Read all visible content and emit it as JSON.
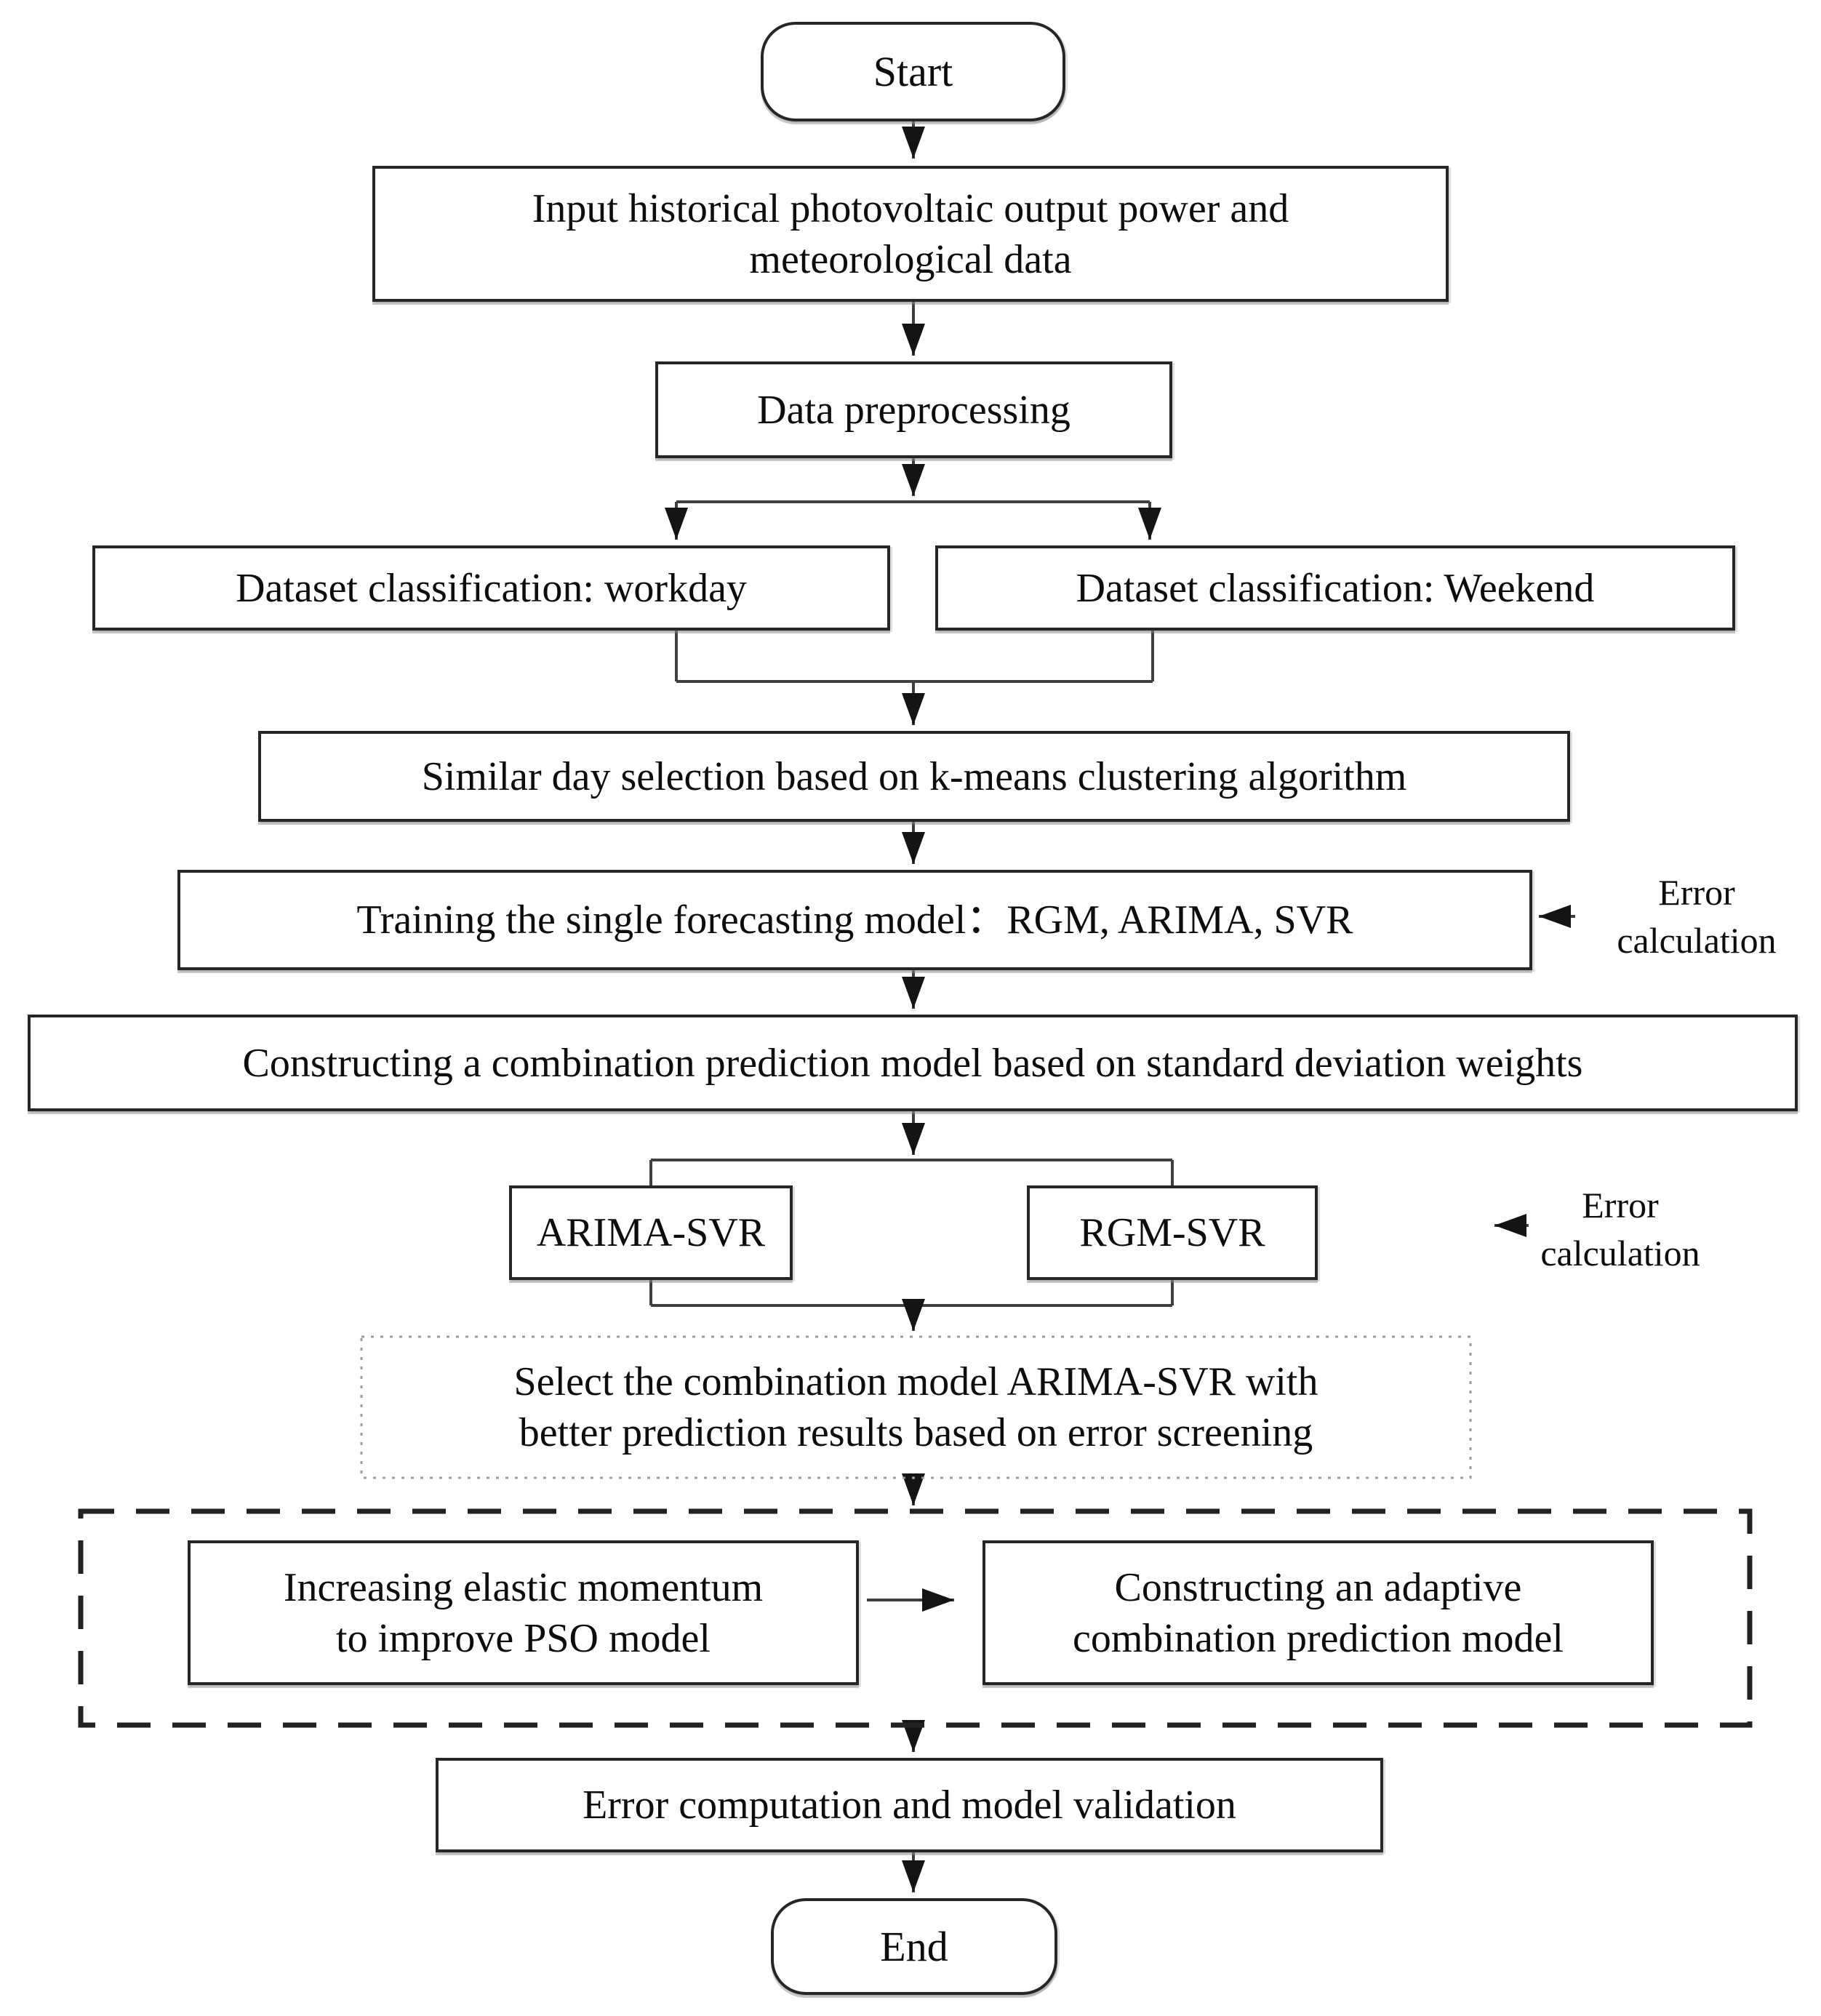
{
  "diagram": {
    "type": "flowchart",
    "description": "Flowchart of an adaptive combination photovoltaic power forecasting method",
    "nodes": {
      "start": {
        "label": "Start",
        "shape": "rounded-terminal"
      },
      "input_data": {
        "label": "Input historical photovoltaic output power and\nmeteorological data",
        "shape": "process"
      },
      "data_preprocessing": {
        "label": "Data preprocessing",
        "shape": "process"
      },
      "dataset_workday": {
        "label": "Dataset classification: workday",
        "shape": "process"
      },
      "dataset_weekend": {
        "label": "Dataset classification: Weekend",
        "shape": "process"
      },
      "similar_day_selection": {
        "label": "Similar day selection based on k-means clustering algorithm",
        "shape": "process"
      },
      "training_single_models": {
        "label": "Training the single forecasting model：RGM, ARIMA, SVR",
        "shape": "process"
      },
      "combination_model": {
        "label": "Constructing a combination prediction model based on standard deviation weights",
        "shape": "process"
      },
      "arima_svr": {
        "label": "ARIMA-SVR",
        "shape": "process"
      },
      "rgm_svr": {
        "label": "RGM-SVR",
        "shape": "process"
      },
      "select_combination": {
        "label": "Select the combination model ARIMA-SVR with\nbetter prediction results based on error screening",
        "shape": "dotted-process"
      },
      "improve_pso": {
        "label": "Increasing elastic momentum\nto improve PSO model",
        "shape": "process"
      },
      "adaptive_combination": {
        "label": "Constructing an adaptive\ncombination prediction model",
        "shape": "process"
      },
      "error_validation": {
        "label": "Error computation and model validation",
        "shape": "process"
      },
      "end": {
        "label": "End",
        "shape": "rounded-terminal"
      }
    },
    "annotations": {
      "error_calc_top": {
        "label": "Error\ncalculation"
      },
      "error_calc_bottom": {
        "label": "Error\ncalculation"
      }
    },
    "colors": {
      "background": "#ffffff",
      "box_border": "#262626",
      "line": "#3f3f3f",
      "arrowhead": "#141414",
      "text": "#0d0d0d",
      "dotted_border": "#9c9c9c"
    }
  }
}
